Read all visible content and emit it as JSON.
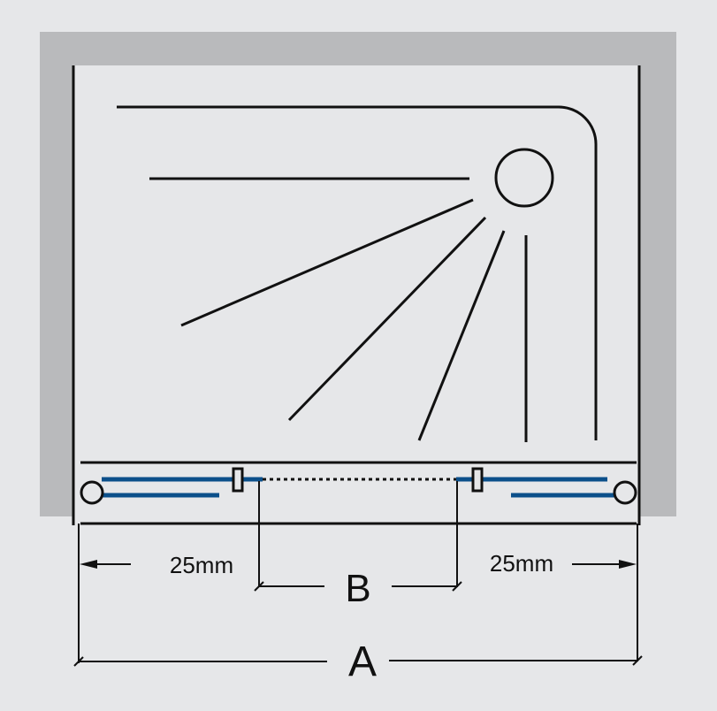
{
  "labels": {
    "left_gap": "25mm",
    "right_gap": "25mm",
    "dimension_b": "B",
    "dimension_a": "A"
  },
  "colors": {
    "background": "#e6e7e9",
    "wall": "#b9babc",
    "glass": "#0b4f8a",
    "line": "#111111"
  }
}
